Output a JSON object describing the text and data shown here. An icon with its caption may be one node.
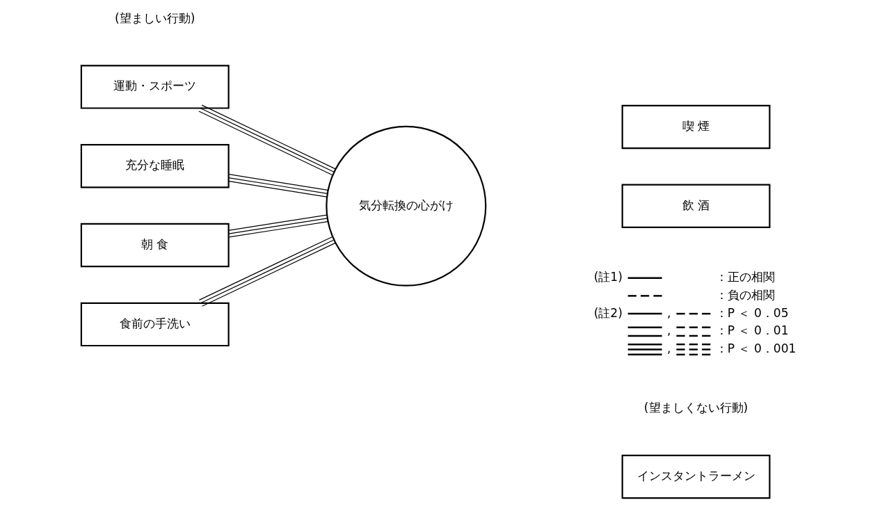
{
  "diagram": {
    "nodes": [
      {
        "text": [
          "運動・スポーツ"
        ]
      },
      {
        "text": [
          "充分な睡眠"
        ]
      },
      {
        "text": [
          "朝 食"
        ]
      },
      {
        "text": [
          "食前の手洗い"
        ]
      },
      {
        "text": [
          "気分転換の心がけ"
        ]
      },
      {
        "text": [
          "インスタントラーメン"
        ]
      },
      {
        "text": [
          "喫 煙"
        ]
      },
      {
        "text": [
          "飲 酒"
        ]
      }
    ],
    "edges": [
      {
        "from": 0,
        "to": 4,
        "arrow": "none"
      },
      {
        "from": 1,
        "to": 4,
        "arrow": "none"
      },
      {
        "from": 2,
        "to": 4,
        "arrow": "none"
      },
      {
        "from": 3,
        "to": 4,
        "arrow": "none"
      }
    ],
    "labels": [
      "(望ましい行動)",
      "(望ましくない行動)",
      "(註1)",
      "(註2)",
      ",",
      ",",
      ","
    ],
    "legend": [
      {
        "text": "：正の相関"
      },
      {
        "text": "：負の相関"
      },
      {
        "text": "：P ＜ 0．05"
      },
      {
        "text": "：P ＜ 0．01"
      },
      {
        "text": "：P ＜ 0．001"
      }
    ]
  }
}
